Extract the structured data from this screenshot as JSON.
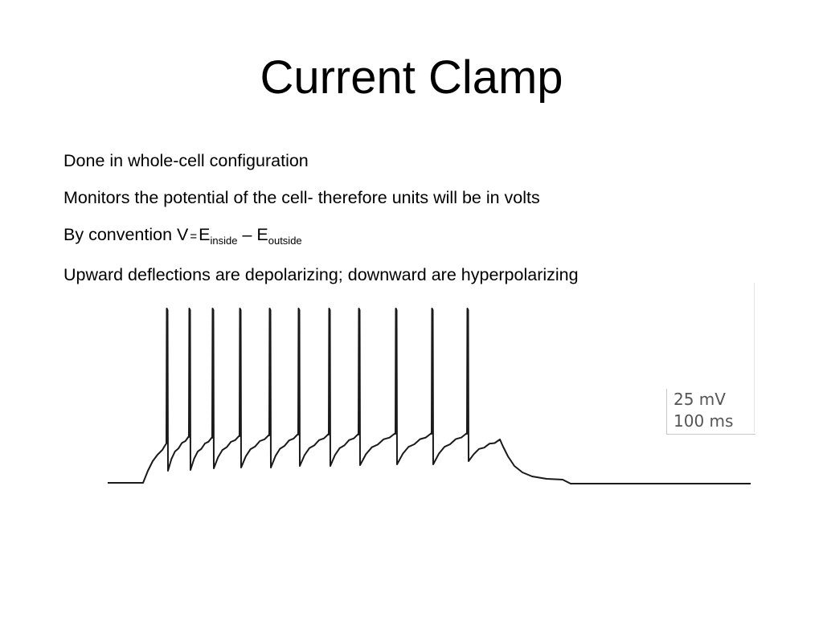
{
  "slide": {
    "title": "Current Clamp"
  },
  "bullets": {
    "b1": "Done in whole-cell configuration",
    "b2": "Monitors the potential of the cell- therefore units will be in volts",
    "b3": {
      "prefix": "By convention V",
      "equals": "=",
      "e1": "E",
      "sub1": "inside",
      "dash": "–",
      "e2": "E",
      "sub2": "outside"
    },
    "b4": "Upward deflections are depolarizing; downward are hyperpolarizing"
  },
  "figure": {
    "scale_bar": {
      "voltage": "25 mV",
      "time": "100 ms"
    }
  },
  "colors": {
    "trace": "#1a1a1a",
    "scale_text": "#555555",
    "scale_border": "#c8c8c8"
  }
}
